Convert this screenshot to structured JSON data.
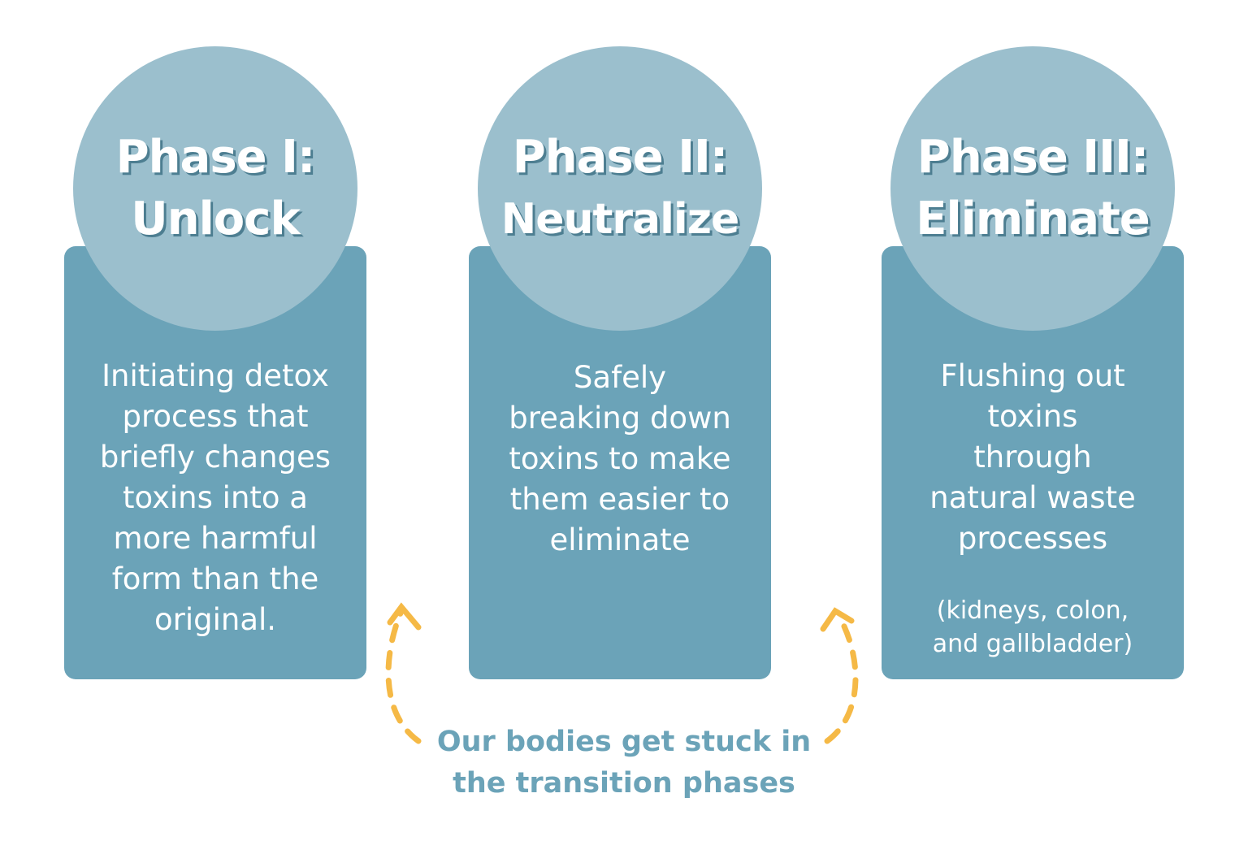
{
  "phases": [
    {
      "title_line1": "Phase I:",
      "title_line2": "Unlock",
      "description": [
        "Initiating detox",
        "process that",
        "briefly changes",
        "toxins into a",
        "more harmful",
        "form than the",
        "original."
      ]
    },
    {
      "title_line1": "Phase II:",
      "title_line2": "Neutralize",
      "description": [
        "Safely",
        "breaking down",
        "toxins to make",
        "them easier to",
        "eliminate"
      ]
    },
    {
      "title_line1": "Phase III:",
      "title_line2": "Eliminate",
      "description": [
        "Flushing out",
        "toxins",
        "through",
        "natural waste",
        "processes"
      ],
      "note": [
        "(kidneys, colon,",
        "and gallbladder)"
      ]
    }
  ],
  "caption": [
    "Our bodies get stuck in",
    "the transition phases"
  ],
  "colors": {
    "card": "#6ba3b8",
    "circle": "#9bbfcd",
    "title_shadow": "#4d7e91",
    "arrow": "#f5b946",
    "caption": "#6ba3b8"
  }
}
